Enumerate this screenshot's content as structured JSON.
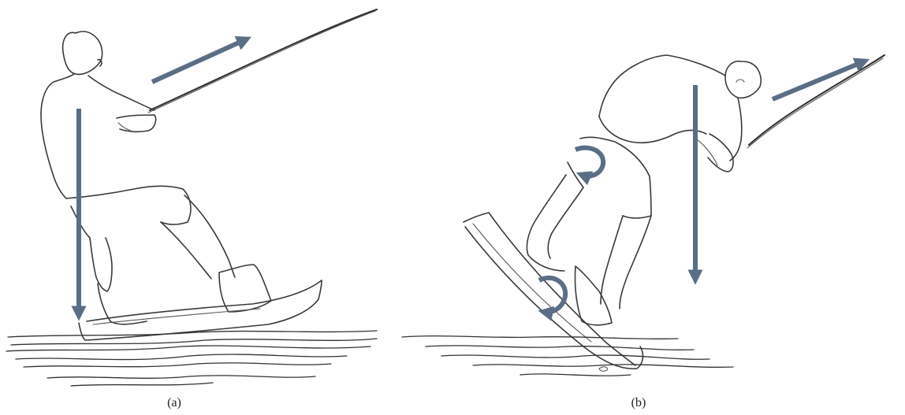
{
  "panels": [
    {
      "id": "a",
      "caption": "(a)"
    },
    {
      "id": "b",
      "caption": "(b)"
    }
  ],
  "colors": {
    "arrow": "#5a6f86",
    "sketch": "#3a3a3a"
  },
  "icons": [
    "force-arrow",
    "rotation-arrow"
  ]
}
